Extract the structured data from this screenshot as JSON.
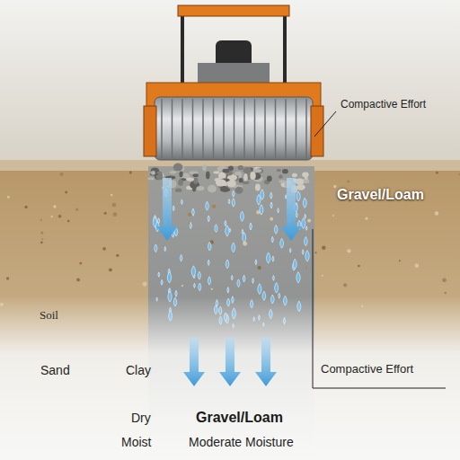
{
  "diagram": {
    "labels": [
      "Compactive Effort",
      "Gravel/Loam",
      "Soil",
      "Sand",
      "Clay",
      "Compactive Effort",
      "Dry",
      "Gravel/Loam",
      "Moist",
      "Moderate Moisture"
    ]
  }
}
